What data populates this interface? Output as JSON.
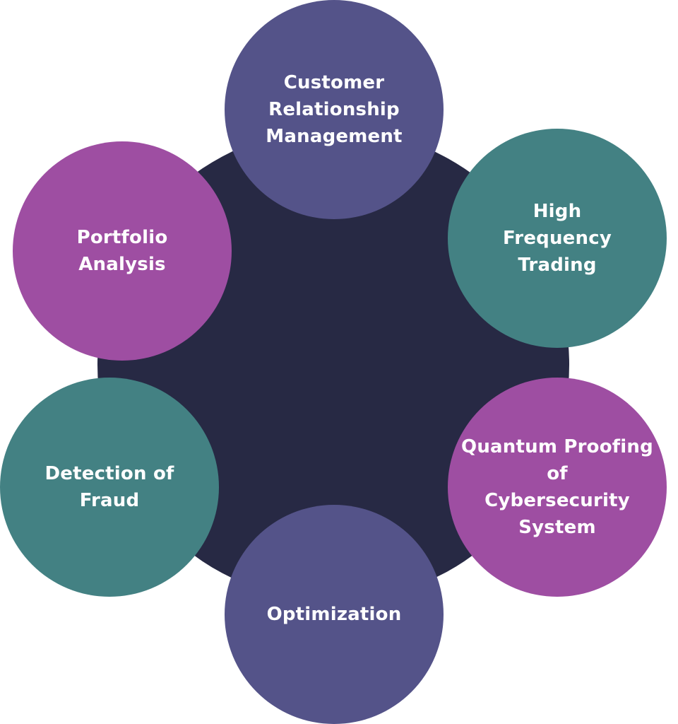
{
  "colors": {
    "hub": "#272944",
    "indigo": "#545389",
    "teal": "#438183",
    "purple": "#9e4ea2",
    "text": "#ffffff"
  },
  "nodes": [
    {
      "label": "Customer\nRelationship\nManagement",
      "color": "#545389"
    },
    {
      "label": "High\nFrequency\nTrading",
      "color": "#438183"
    },
    {
      "label": "Quantum Proofing\nof\nCybersecurity\nSystem",
      "color": "#9e4ea2"
    },
    {
      "label": "Optimization",
      "color": "#545389"
    },
    {
      "label": "Detection of\nFraud",
      "color": "#438183"
    },
    {
      "label": "Portfolio\nAnalysis",
      "color": "#9e4ea2"
    }
  ]
}
